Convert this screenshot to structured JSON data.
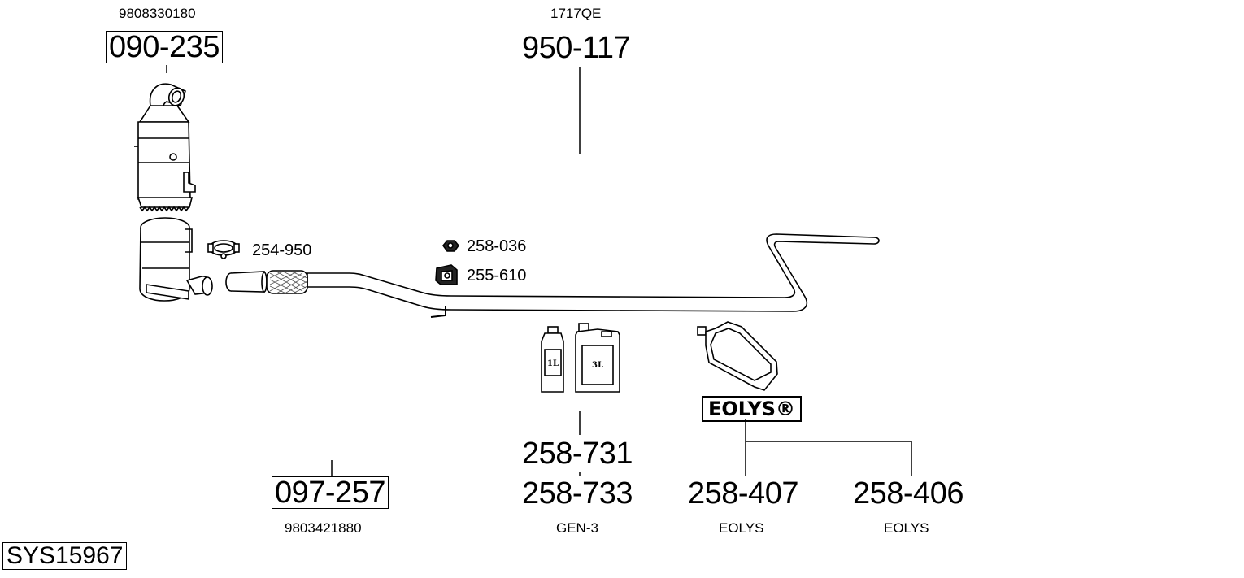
{
  "system_code": "SYS15967",
  "parts": {
    "catalyst": {
      "oem": "9808330180",
      "number": "090-235"
    },
    "front_pipe": {
      "oem": "1717QE",
      "number": "950-117"
    },
    "clamp": {
      "number": "254-950"
    },
    "nut": {
      "number": "258-036"
    },
    "rubber_mount": {
      "number": "255-610"
    },
    "bracket": {
      "oem": "9803421880",
      "number": "097-257"
    },
    "fluid_1l": {
      "number": "258-731",
      "icon_text": "1L"
    },
    "fluid_3l": {
      "number": "258-733",
      "icon_text": "3L",
      "note": "GEN-3"
    },
    "eolys_bag_a": {
      "number": "258-407",
      "note": "EOLYS"
    },
    "eolys_bag_b": {
      "number": "258-406",
      "note": "EOLYS"
    }
  },
  "eolys_brand": "EOLYS®"
}
